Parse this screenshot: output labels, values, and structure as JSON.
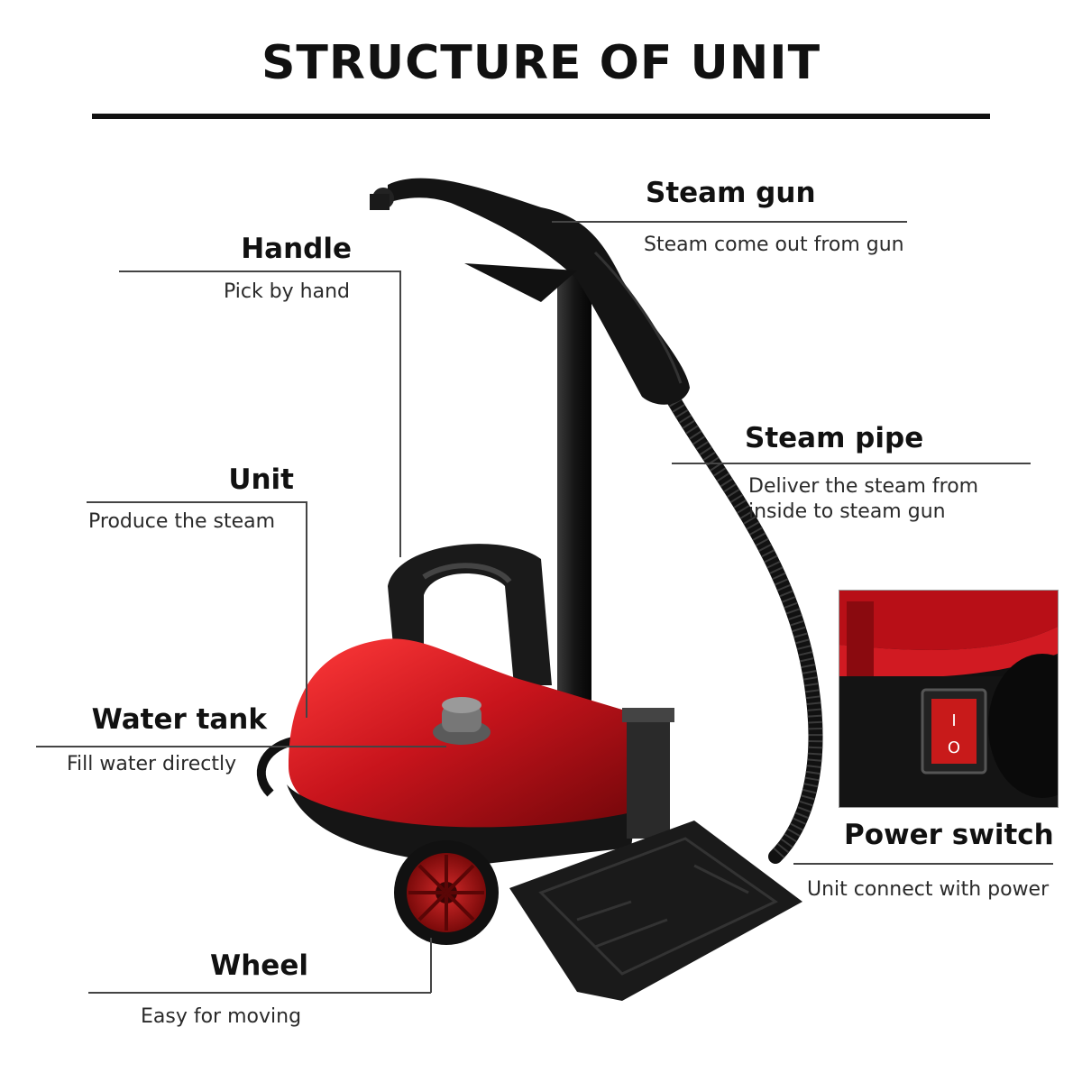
{
  "title": "STRUCTURE OF UNIT",
  "callouts": {
    "steam_gun": {
      "label": "Steam gun",
      "desc": "Steam come out from gun"
    },
    "handle": {
      "label": "Handle",
      "desc": "Pick by hand"
    },
    "steam_pipe": {
      "label": "Steam pipe",
      "desc_line1": "Deliver the steam from",
      "desc_line2": "inside to steam gun"
    },
    "unit": {
      "label": "Unit",
      "desc": "Produce the steam"
    },
    "water_tank": {
      "label": "Water tank",
      "desc": "Fill water directly"
    },
    "power_switch": {
      "label": "Power switch",
      "desc": "Unit connect with power"
    },
    "wheel": {
      "label": "Wheel",
      "desc": "Easy for moving"
    }
  },
  "colors": {
    "body_red": "#c8141c",
    "body_black": "#141414",
    "rule": "#444444"
  }
}
